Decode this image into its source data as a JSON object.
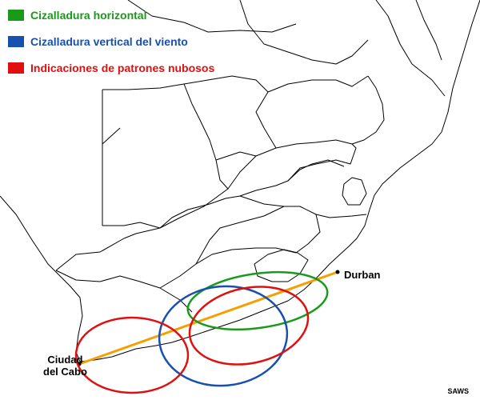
{
  "legend": {
    "items": [
      {
        "key": "horizontal-shear",
        "label": "Cizalladura horizontal",
        "color": "#1a9a1a"
      },
      {
        "key": "vertical-shear",
        "label": "Cizalladura vertical del viento",
        "color": "#1850b0"
      },
      {
        "key": "cloud-patterns",
        "label": "Indicaciones de patrones nubosos",
        "color": "#e01010"
      }
    ]
  },
  "cities": {
    "durban": "Durban",
    "cape_town_line1": "Ciudad",
    "cape_town_line2": "del Cabo"
  },
  "transect": {
    "color": "#f5a000"
  },
  "credit": "SAWS"
}
